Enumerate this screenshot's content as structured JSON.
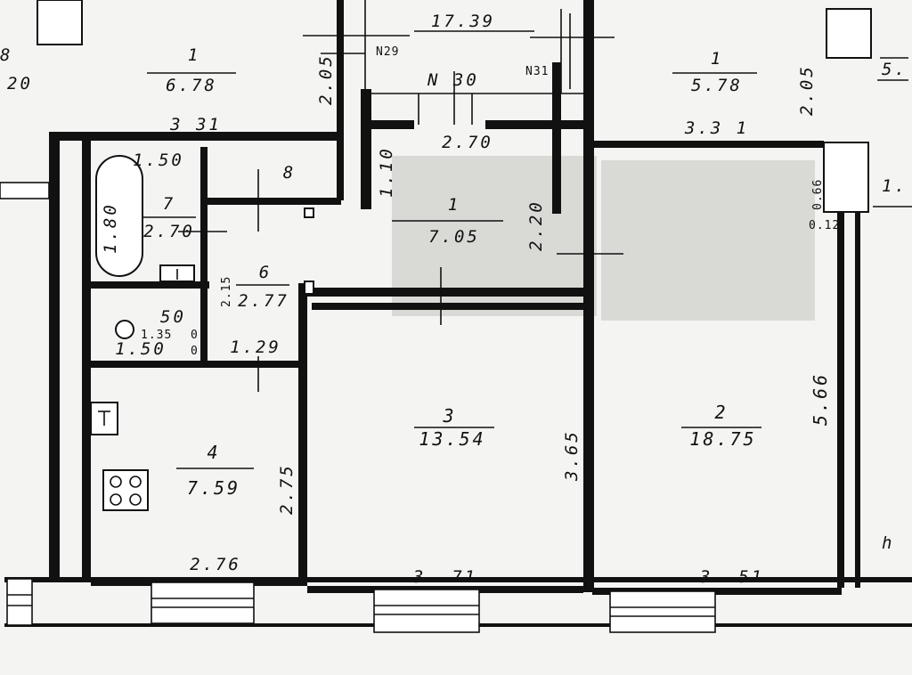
{
  "rooms": {
    "r1_left": {
      "num": "1",
      "area": "6.78"
    },
    "r1_right": {
      "num": "1",
      "area": "5.78"
    },
    "r1_hall": {
      "num": "1",
      "area": "7.05"
    },
    "r2": {
      "num": "2",
      "area": "18.75"
    },
    "r3": {
      "num": "3",
      "area": "13.54"
    },
    "r4": {
      "num": "4",
      "area": "7.59"
    },
    "r6": {
      "num": "6",
      "area": "2.77"
    },
    "r7": {
      "num": "7",
      "area": "2.70"
    },
    "r8": {
      "num": "8"
    }
  },
  "labels": {
    "top_17_39": "17.39",
    "n29": "N29",
    "n30": "N 30",
    "n31": "N31",
    "top_left_20": "20",
    "top_left_8": "8",
    "top_right_5": "5.",
    "d_3_31_left": "3 31",
    "d_3_31_right": "3.3 1",
    "d_2_05_left": "2.05",
    "d_2_05_right": "2.05",
    "d_2_70": "2.70",
    "d_1_10": "1.10",
    "d_2_20": "2.20",
    "d_1_50_top": "1.50",
    "d_1_80": "1.80",
    "d_2_15": "2.15",
    "d_50": "50",
    "d_1_35": "1.35",
    "d_0_a": "0",
    "d_0_b": "0",
    "d_1_50_bottom": "1.50",
    "d_1_29": "1.29",
    "d_0_66": "0.66",
    "d_0_12": "0.12",
    "d_1_right": "1.",
    "d_5_66": "5.66",
    "d_3_65": "3.65",
    "d_2_75": "2.75",
    "d_2_76": "2.76",
    "d_3_71": "3. 71",
    "d_3_51": "3. 51",
    "h_mark": "h"
  }
}
